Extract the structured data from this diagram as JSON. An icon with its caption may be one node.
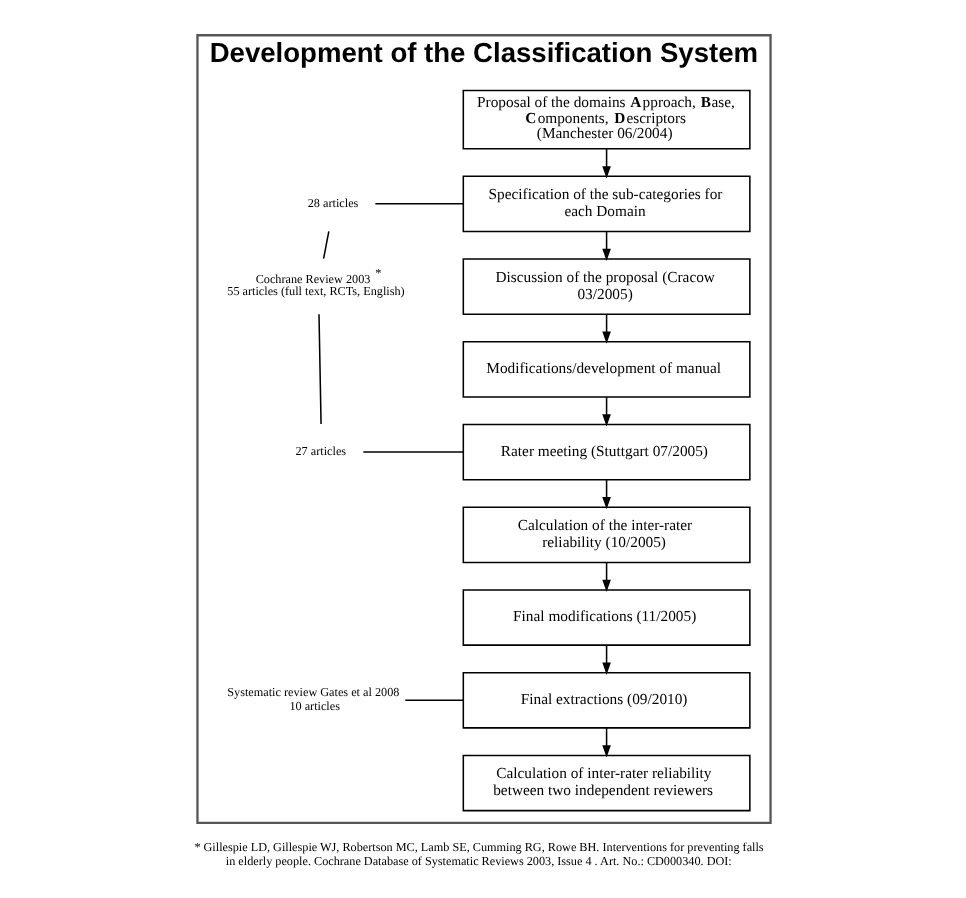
{
  "diagram": {
    "caption": "* Gillespie LD, Gillespie WJ, Robertson MC, Lamb SE, Cumming RG, Rowe BH. Interventions for preventing falls in elderly people. Cochrane Database of Systematic Reviews 2003, Issue 4 . Art. No.: CD000340. DOI:",
    "nodes": [
      {
        "text": [
          "Development of the Classification System"
        ]
      },
      {
        "text": [
          "Proposal of the domains **A**pproach, **B**ase, **C**omponents, **D**escriptors",
          "(Manchester 06/2004)"
        ],
        "in": 0
      },
      {
        "text": [
          "Specification of the sub-categories for each Domain"
        ],
        "in": 0
      },
      {
        "text": [
          "Discussion of the proposal (Cracow 03/2005)"
        ],
        "in": 0
      },
      {
        "text": [
          "Modifications/development of manual"
        ],
        "in": 0
      },
      {
        "text": [
          "Rater meeting (Stuttgart 07/2005)"
        ],
        "in": 0
      },
      {
        "text": [
          "Calculation of the inter-rater reliability (10/2005)"
        ],
        "in": 0
      },
      {
        "text": [
          "Final modifications (11/2005)"
        ],
        "in": 0
      },
      {
        "text": [
          "Final extractions (09/2010)"
        ],
        "in": 0
      },
      {
        "text": [
          "Calculation of inter-rater reliability between two independent reviewers"
        ],
        "in": 0
      },
      {
        "text": [
          "28 articles"
        ],
        "in": 0
      },
      {
        "text": [
          "27 articles"
        ],
        "in": 0
      },
      {
        "text": [
          "Cochrane Review 2003 $^{*}$",
          "55 articles (full text, RCTs, English)"
        ],
        "in": 0
      },
      {
        "text": [
          "Systematic review Gates et al 2008",
          "10 articles"
        ],
        "in": 0
      }
    ],
    "edges": [
      {
        "from": 1,
        "to": 2,
        "arrow": "to"
      },
      {
        "from": 2,
        "to": 3,
        "arrow": "to"
      },
      {
        "from": 3,
        "to": 4,
        "arrow": "to"
      },
      {
        "from": 4,
        "to": 5,
        "arrow": "to"
      },
      {
        "from": 5,
        "to": 6,
        "arrow": "to"
      },
      {
        "from": 6,
        "to": 7,
        "arrow": "to"
      },
      {
        "from": 7,
        "to": 8,
        "arrow": "to"
      },
      {
        "from": 8,
        "to": 9,
        "arrow": "to"
      },
      {
        "from": 2,
        "to": 10,
        "arrow": "none"
      },
      {
        "from": 5,
        "to": 11,
        "arrow": "none"
      },
      {
        "from": 10,
        "to": 12,
        "arrow": "none"
      },
      {
        "from": 11,
        "to": 12,
        "arrow": "none"
      },
      {
        "from": 8,
        "to": 13,
        "arrow": "none"
      }
    ]
  }
}
